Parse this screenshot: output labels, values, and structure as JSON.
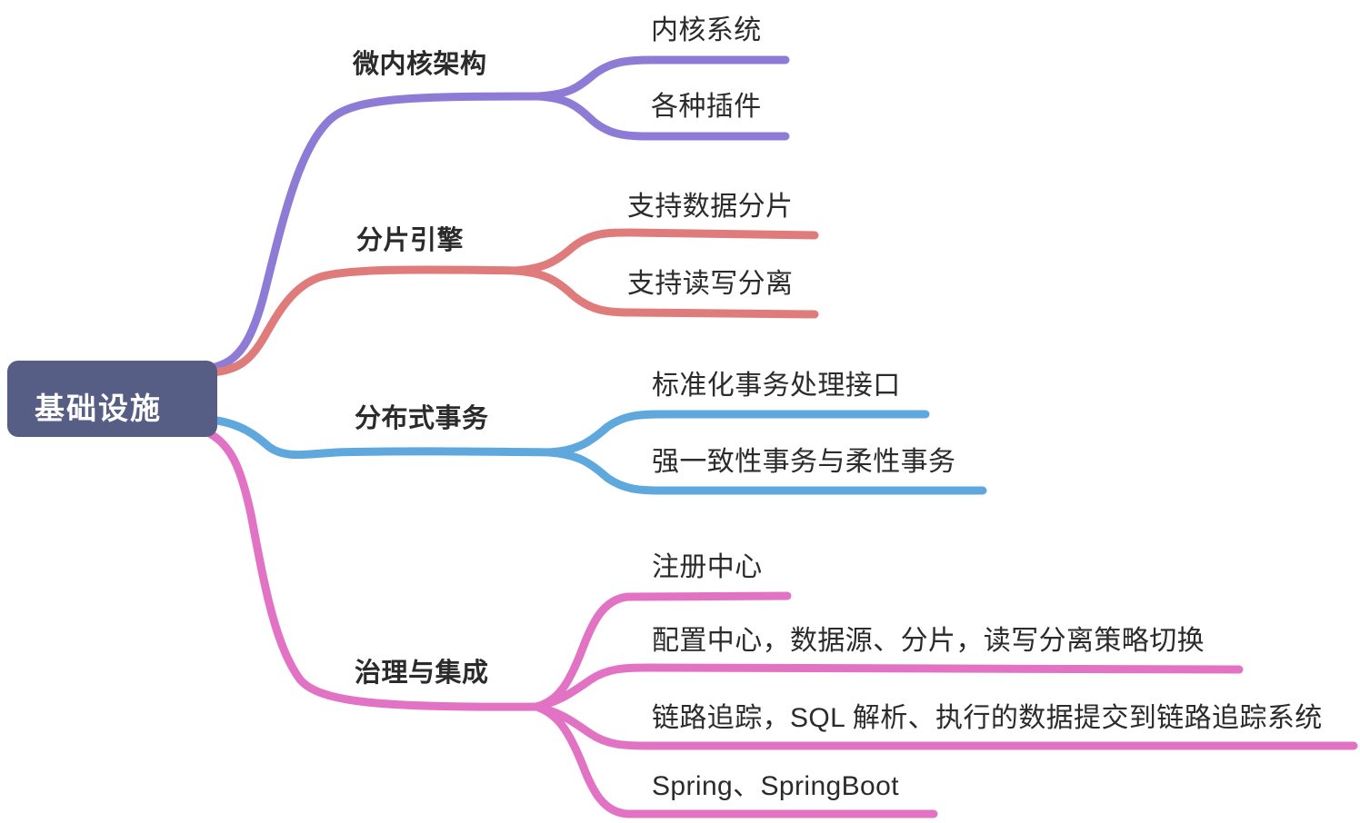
{
  "diagram": {
    "type": "mindmap",
    "title": "基础设施",
    "background_color": "#ffffff",
    "root": {
      "label": "基础设施",
      "fill_color": "#565e85",
      "text_color": "#ffffff"
    },
    "branches": [
      {
        "label": "微内核架构",
        "color": "#8d7bd6",
        "children": [
          {
            "label": "内核系统"
          },
          {
            "label": "各种插件"
          }
        ]
      },
      {
        "label": "分片引擎",
        "color": "#df7b7b",
        "children": [
          {
            "label": "支持数据分片"
          },
          {
            "label": "支持读写分离"
          }
        ]
      },
      {
        "label": "分布式事务",
        "color": "#5ea8dd",
        "children": [
          {
            "label": "标准化事务处理接口"
          },
          {
            "label": "强一致性事务与柔性事务"
          }
        ]
      },
      {
        "label": "治理与集成",
        "color": "#e273c4",
        "children": [
          {
            "label": "注册中心"
          },
          {
            "label": "配置中心，数据源、分片，读写分离策略切换"
          },
          {
            "label": "链路追踪，SQL 解析、执行的数据提交到链路追踪系统"
          },
          {
            "label": "Spring、SpringBoot"
          }
        ]
      }
    ]
  }
}
